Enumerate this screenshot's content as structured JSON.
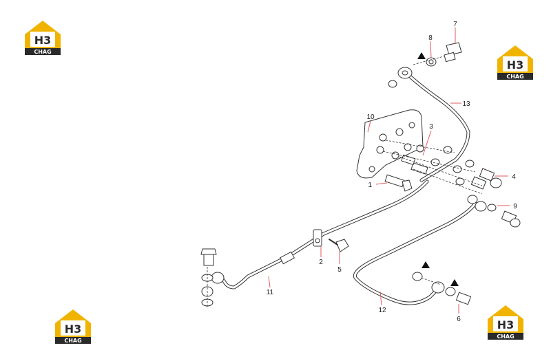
{
  "logo": {
    "mark": "H3",
    "caption": "CHAG",
    "colors": {
      "yellow": "#f0b400",
      "dark": "#2a2a2a"
    }
  },
  "callouts": [
    {
      "id": "1",
      "label": "1"
    },
    {
      "id": "2",
      "label": "2"
    },
    {
      "id": "3",
      "label": "3"
    },
    {
      "id": "4",
      "label": "4"
    },
    {
      "id": "5",
      "label": "5"
    },
    {
      "id": "6",
      "label": "6"
    },
    {
      "id": "7",
      "label": "7"
    },
    {
      "id": "8",
      "label": "8"
    },
    {
      "id": "9",
      "label": "9"
    },
    {
      "id": "10",
      "label": "10"
    },
    {
      "id": "11",
      "label": "11"
    },
    {
      "id": "12",
      "label": "12"
    },
    {
      "id": "13",
      "label": "13"
    }
  ],
  "colors": {
    "leader": "#e05a5a",
    "ink": "#333333"
  }
}
